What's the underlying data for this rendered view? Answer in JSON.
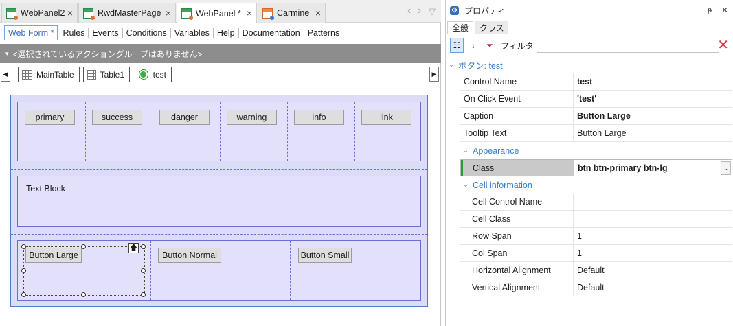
{
  "editor": {
    "tabs": [
      {
        "label": "WebPanel2",
        "close": "×"
      },
      {
        "label": "RwdMasterPage",
        "close": "×"
      },
      {
        "label": "WebPanel *",
        "close": "×"
      },
      {
        "label": "Carmine",
        "close": "×"
      }
    ],
    "nav": {
      "back": "‹",
      "forward": "›",
      "menu": "▽"
    },
    "subtabs": [
      "Web Form *",
      "Rules",
      "Events",
      "Conditions",
      "Variables",
      "Help",
      "Documentation",
      "Patterns"
    ],
    "action_bar": {
      "caret": "▾",
      "text": "<選択されているアクショングループはありません>"
    },
    "breadcrumb": {
      "left_arrow": "◀",
      "right_arrow": "▶",
      "items": [
        {
          "label": "MainTable",
          "icon": "grid-icon"
        },
        {
          "label": "Table1",
          "icon": "grid-icon"
        },
        {
          "label": "test",
          "icon": "radio-icon"
        }
      ]
    },
    "form": {
      "row1_buttons": [
        "primary",
        "success",
        "danger",
        "warning",
        "info",
        "link"
      ],
      "text_block": "Text Block",
      "row3_buttons": [
        "Button Large",
        "Button Normal",
        "Button Small"
      ],
      "up_arrow": "🡅"
    }
  },
  "properties": {
    "title": "プロパティ",
    "pin": "ᵽ",
    "close": "×",
    "tabs": [
      "全般",
      "クラス"
    ],
    "filter_label": "フィルタ",
    "filter_value": "",
    "clear": "✕",
    "category_button": "ボタン: test",
    "rows": [
      {
        "name": "Control Name",
        "value": "test"
      },
      {
        "name": "On Click Event",
        "value": "'test'"
      },
      {
        "name": "Caption",
        "value": "Button Large"
      },
      {
        "name": "Tooltip Text",
        "value": "Button Large"
      }
    ],
    "category_appearance": "Appearance",
    "appearance_rows": [
      {
        "name": "Class",
        "value": "btn btn-primary btn-lg"
      }
    ],
    "category_cell": "Cell information",
    "cell_rows": [
      {
        "name": "Cell Control Name",
        "value": ""
      },
      {
        "name": "Cell Class",
        "value": ""
      },
      {
        "name": "Row Span",
        "value": "1"
      },
      {
        "name": "Col Span",
        "value": "1"
      },
      {
        "name": "Horizontal Alignment",
        "value": "Default"
      },
      {
        "name": "Vertical Alignment",
        "value": "Default"
      }
    ]
  }
}
